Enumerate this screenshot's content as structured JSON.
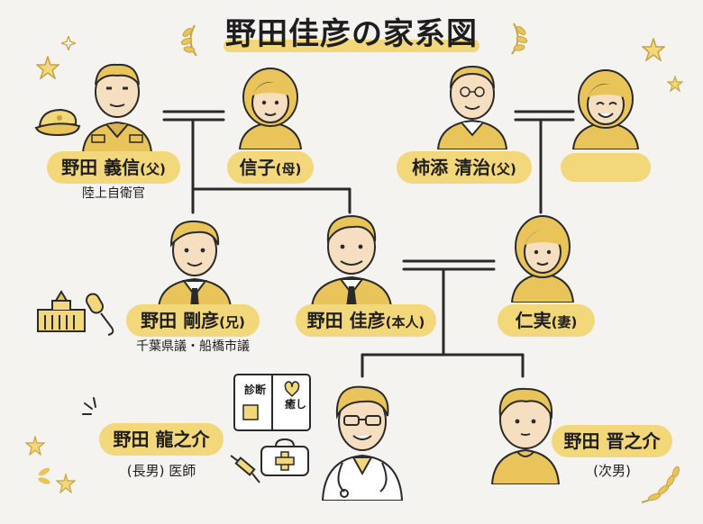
{
  "title": "野田佳彦の家系図",
  "people": {
    "yoshinobu": {
      "name": "野田 義信",
      "relation": "(父)",
      "note": "陸上自衛官"
    },
    "nobuko": {
      "name": "信子",
      "relation": "(母)"
    },
    "seiji": {
      "name": "柿添 清治",
      "relation": "(父)"
    },
    "unknown_mother": {
      "name": ""
    },
    "takehiko": {
      "name": "野田 剛彦",
      "relation": "(兄)",
      "note": "千葉県議・船橋市議"
    },
    "yoshihiko": {
      "name": "野田 佳彦",
      "relation": "(本人)"
    },
    "hitomi": {
      "name": "仁実",
      "relation": "(妻)"
    },
    "ryunosuke": {
      "name": "野田 龍之介",
      "note": "(長男) 医師"
    },
    "shinnosuke": {
      "name": "野田 晋之介",
      "note": "(次男)"
    }
  },
  "clipboard": {
    "left": "診断",
    "right": "癒し"
  },
  "colors": {
    "accent": "#f3d77b",
    "skin": "#f6dfc0",
    "hair": "#e9c45a",
    "line": "#2a2a2a"
  },
  "icons": [
    "military-cap-icon",
    "diet-building-icon",
    "microphone-icon",
    "clipboard-icon",
    "medical-bag-icon",
    "syringe-icon",
    "stethoscope-icon",
    "star-icon",
    "laurel-icon",
    "sparkle-icon"
  ]
}
